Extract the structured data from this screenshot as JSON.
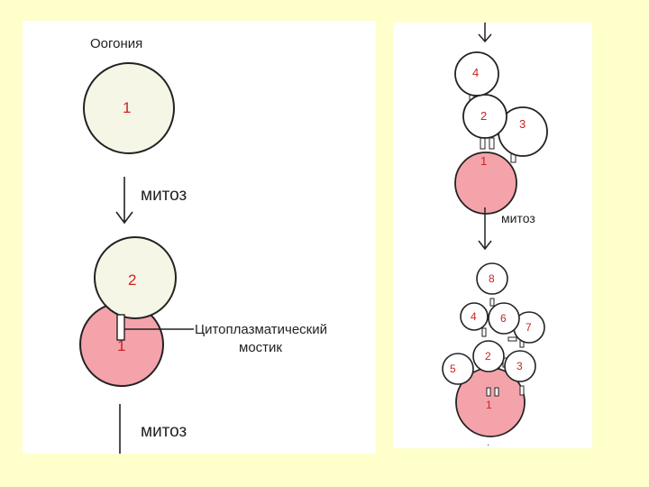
{
  "colors": {
    "background": "#ffffcc",
    "panel": "#ffffff",
    "red_cell": "#f4a3aa",
    "pale_cell": "#f6f6e6",
    "number_red": "#cc2222"
  },
  "left": {
    "oogonia_label": "Оогония",
    "cell_top_number": "1",
    "mitosis_label_1": "митоз",
    "upper_cell_number": "2",
    "lower_cell_number": "1",
    "bridge_label_line1": "Цитоплазматический",
    "bridge_label_line2": "мостик",
    "mitosis_label_2": "митоз"
  },
  "right": {
    "top_group": [
      "4",
      "2",
      "3",
      "1"
    ],
    "mitosis_label": "митоз",
    "bottom_group": [
      "8",
      "4",
      "6",
      "7",
      "5",
      "2",
      "3",
      "1"
    ]
  }
}
